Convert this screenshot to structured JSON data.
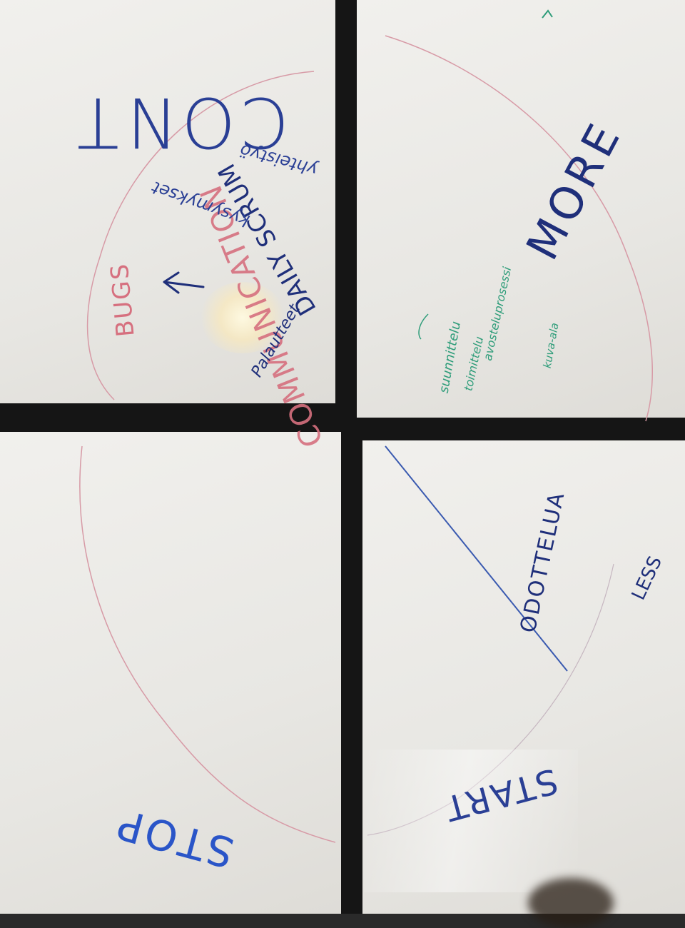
{
  "whiteboard": {
    "quadrant_labels": {
      "continue": "CONT",
      "more": "MORE",
      "less": "LESS",
      "start": "START",
      "stop": "STOP"
    },
    "notes": {
      "communication": "COMMUNICATION",
      "bugs": "BUGS",
      "daily_scrum": "DAILY SCRUM",
      "arrow": "←",
      "yhteistyo": "yhteistyö",
      "kysymykset": "kysymykset",
      "palautteet": "Palautteet",
      "suunnittelu": "suunnittelu",
      "toimittelu": "toimittelu",
      "avosteluprosessi": "avosteluprosessi",
      "kuva_ala": "kuva-ala",
      "odottelua": "ODOTTELUA"
    },
    "colors": {
      "marker_blue": "#2a3f95",
      "marker_red": "#c8536a",
      "marker_green": "#2f9d7a",
      "frame": "#151515",
      "board": "#eceae6"
    }
  }
}
